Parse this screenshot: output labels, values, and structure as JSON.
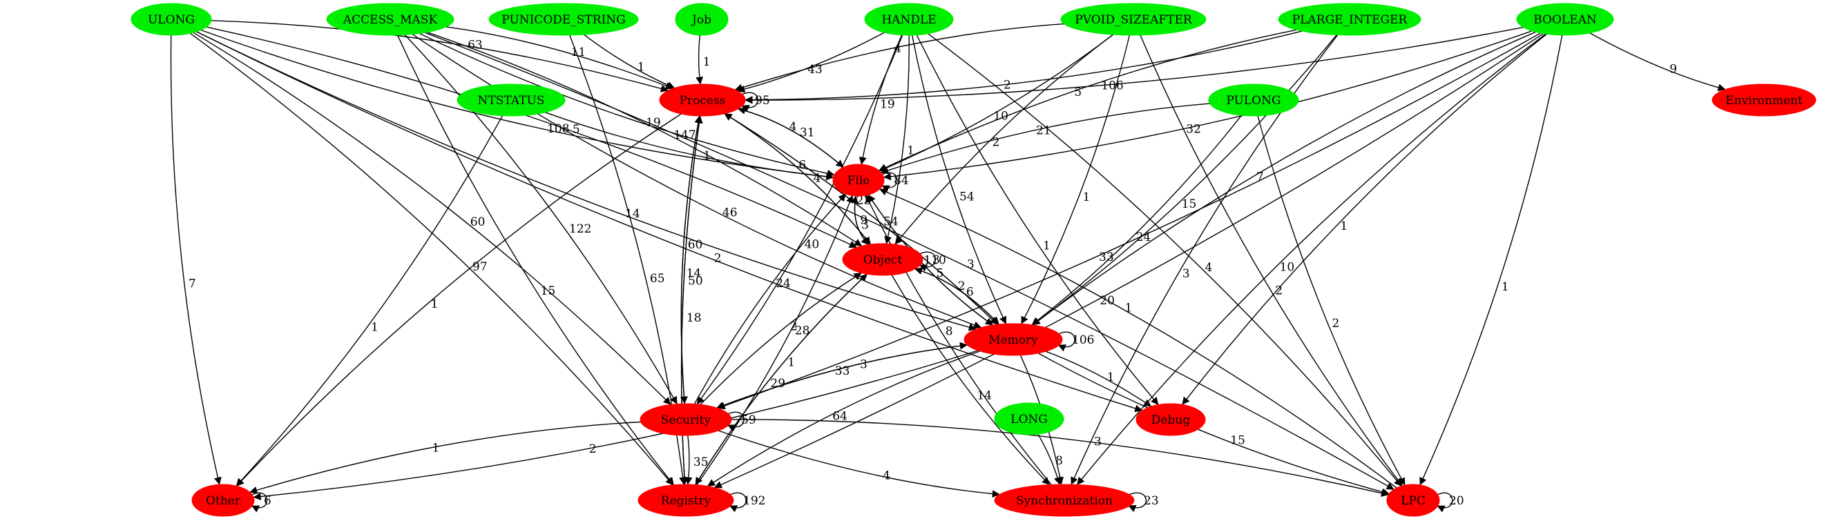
{
  "colors": {
    "type_node": "#00ee00",
    "category_node": "#ff0000",
    "edge": "#000000"
  },
  "nodes": {
    "ULONG": "ULONG",
    "ACCESS_MASK": "ACCESS_MASK",
    "PUNICODE_STRING": "PUNICODE_STRING",
    "Job": "Job",
    "HANDLE": "HANDLE",
    "PVOID_SIZEAFTER": "PVOID_SIZEAFTER",
    "PLARGE_INTEGER": "PLARGE_INTEGER",
    "BOOLEAN": "BOOLEAN",
    "NTSTATUS": "NTSTATUS",
    "PULONG": "PULONG",
    "LONG": "LONG",
    "Process": "Process",
    "Environment": "Environment",
    "File": "File",
    "Object": "Object",
    "Memory": "Memory",
    "Security": "Security",
    "Debug": "Debug",
    "Other": "Other",
    "Registry": "Registry",
    "Synchronization": "Synchronization",
    "LPC": "LPC"
  },
  "edges": [
    {
      "from": "ULONG",
      "to": "Process",
      "label": "63"
    },
    {
      "from": "ULONG",
      "to": "File",
      "label": "108"
    },
    {
      "from": "ULONG",
      "to": "Object",
      "label": "5"
    },
    {
      "from": "ULONG",
      "to": "Memory",
      "label": "14"
    },
    {
      "from": "ULONG",
      "to": "Security",
      "label": "60"
    },
    {
      "from": "ULONG",
      "to": "Other",
      "label": "7"
    },
    {
      "from": "ULONG",
      "to": "Registry",
      "label": "97"
    },
    {
      "from": "ULONG",
      "to": "Debug",
      "label": "2"
    },
    {
      "from": "ACCESS_MASK",
      "to": "Process",
      "label": "11"
    },
    {
      "from": "ACCESS_MASK",
      "to": "File",
      "label": "19"
    },
    {
      "from": "ACCESS_MASK",
      "to": "Object",
      "label": "147"
    },
    {
      "from": "ACCESS_MASK",
      "to": "Memory",
      "label": "46"
    },
    {
      "from": "ACCESS_MASK",
      "to": "Security",
      "label": "122"
    },
    {
      "from": "ACCESS_MASK",
      "to": "Registry",
      "label": "15"
    },
    {
      "from": "ACCESS_MASK",
      "to": "LPC",
      "label": "3"
    },
    {
      "from": "PUNICODE_STRING",
      "to": "Process",
      "label": "1"
    },
    {
      "from": "PUNICODE_STRING",
      "to": "Registry",
      "label": "65"
    },
    {
      "from": "Job",
      "to": "Process",
      "label": "1"
    },
    {
      "from": "HANDLE",
      "to": "Process",
      "label": "43"
    },
    {
      "from": "HANDLE",
      "to": "File",
      "label": "19"
    },
    {
      "from": "HANDLE",
      "to": "Object",
      "label": "1"
    },
    {
      "from": "HANDLE",
      "to": "Memory",
      "label": "54"
    },
    {
      "from": "HANDLE",
      "to": "Security",
      "label": "40"
    },
    {
      "from": "HANDLE",
      "to": "Debug",
      "label": "1"
    },
    {
      "from": "HANDLE",
      "to": "LPC",
      "label": "4"
    },
    {
      "from": "PVOID_SIZEAFTER",
      "to": "Process",
      "label": "4"
    },
    {
      "from": "PVOID_SIZEAFTER",
      "to": "File",
      "label": "10"
    },
    {
      "from": "PVOID_SIZEAFTER",
      "to": "Object",
      "label": "2"
    },
    {
      "from": "PVOID_SIZEAFTER",
      "to": "Memory",
      "label": "1"
    },
    {
      "from": "PVOID_SIZEAFTER",
      "to": "LPC",
      "label": "2"
    },
    {
      "from": "PLARGE_INTEGER",
      "to": "Process",
      "label": "2"
    },
    {
      "from": "PLARGE_INTEGER",
      "to": "File",
      "label": "5"
    },
    {
      "from": "PLARGE_INTEGER",
      "to": "Memory",
      "label": "15"
    },
    {
      "from": "PLARGE_INTEGER",
      "to": "Synchronization",
      "label": "3"
    },
    {
      "from": "BOOLEAN",
      "to": "Process",
      "label": "106"
    },
    {
      "from": "BOOLEAN",
      "to": "Environment",
      "label": "9"
    },
    {
      "from": "BOOLEAN",
      "to": "File",
      "label": "32"
    },
    {
      "from": "BOOLEAN",
      "to": "Memory",
      "label": "7"
    },
    {
      "from": "BOOLEAN",
      "to": "Security",
      "label": "33"
    },
    {
      "from": "BOOLEAN",
      "to": "Debug",
      "label": "1"
    },
    {
      "from": "BOOLEAN",
      "to": "Registry",
      "label": "20"
    },
    {
      "from": "BOOLEAN",
      "to": "Synchronization",
      "label": "10"
    },
    {
      "from": "BOOLEAN",
      "to": "LPC",
      "label": "1"
    },
    {
      "from": "NTSTATUS",
      "to": "File",
      "label": "1"
    },
    {
      "from": "NTSTATUS",
      "to": "Other",
      "label": "1"
    },
    {
      "from": "PULONG",
      "to": "File",
      "label": "21"
    },
    {
      "from": "PULONG",
      "to": "Memory",
      "label": "24"
    },
    {
      "from": "PULONG",
      "to": "LPC",
      "label": "2"
    },
    {
      "from": "LONG",
      "to": "Synchronization",
      "label": "8"
    },
    {
      "from": "Process",
      "to": "File",
      "label": "31"
    },
    {
      "from": "File",
      "to": "Process",
      "label": "4"
    },
    {
      "from": "Process",
      "to": "Memory",
      "label": "54"
    },
    {
      "from": "Memory",
      "to": "Process",
      "label": "23"
    },
    {
      "from": "Process",
      "to": "Security",
      "label": "14"
    },
    {
      "from": "Security",
      "to": "Process",
      "label": "60"
    },
    {
      "from": "Process",
      "to": "Other",
      "label": "1"
    },
    {
      "from": "Process",
      "to": "Registry",
      "label": "18"
    },
    {
      "from": "Process",
      "to": "Object",
      "label": "4"
    },
    {
      "from": "Object",
      "to": "Process",
      "label": "6"
    },
    {
      "from": "Registry",
      "to": "Process",
      "label": "50"
    },
    {
      "from": "Object",
      "to": "File",
      "label": "9"
    },
    {
      "from": "File",
      "to": "Object",
      "label": "3"
    },
    {
      "from": "File",
      "to": "Memory",
      "label": "5"
    },
    {
      "from": "Memory",
      "to": "File",
      "label": "110"
    },
    {
      "from": "Security",
      "to": "File",
      "label": "24"
    },
    {
      "from": "Registry",
      "to": "File",
      "label": "28"
    },
    {
      "from": "Synchronization",
      "to": "File",
      "label": "8"
    },
    {
      "from": "LPC",
      "to": "File",
      "label": "1"
    },
    {
      "from": "Object",
      "to": "Memory",
      "label": "6"
    },
    {
      "from": "Memory",
      "to": "Object",
      "label": "2"
    },
    {
      "from": "Security",
      "to": "Object",
      "label": "2"
    },
    {
      "from": "Object",
      "to": "Registry",
      "label": "29"
    },
    {
      "from": "Registry",
      "to": "Object",
      "label": "1"
    },
    {
      "from": "Object",
      "to": "Synchronization",
      "label": "14"
    },
    {
      "from": "Security",
      "to": "Memory",
      "label": "3"
    },
    {
      "from": "Memory",
      "to": "Security",
      "label": "33"
    },
    {
      "from": "Memory",
      "to": "Debug",
      "label": "1"
    },
    {
      "from": "Memory",
      "to": "Registry",
      "label": "64"
    },
    {
      "from": "Memory",
      "to": "Synchronization",
      "label": "4"
    },
    {
      "from": "Memory",
      "to": "LPC",
      "label": "15"
    },
    {
      "from": "Memory",
      "to": "Other",
      "label": "2"
    },
    {
      "from": "Security",
      "to": "Other",
      "label": "1"
    },
    {
      "from": "Security",
      "to": "Registry",
      "label": "35"
    },
    {
      "from": "Security",
      "to": "Synchronization",
      "label": "4"
    },
    {
      "from": "Security",
      "to": "LPC",
      "label": "3"
    }
  ],
  "loops": [
    {
      "node": "Process",
      "label": "95"
    },
    {
      "node": "File",
      "label": "84"
    },
    {
      "node": "Object",
      "label": "3"
    },
    {
      "node": "Memory",
      "label": "106"
    },
    {
      "node": "Security",
      "label": "59"
    },
    {
      "node": "Other",
      "label": "6"
    },
    {
      "node": "Registry",
      "label": "192"
    },
    {
      "node": "Synchronization",
      "label": "23"
    },
    {
      "node": "LPC",
      "label": "20"
    }
  ]
}
